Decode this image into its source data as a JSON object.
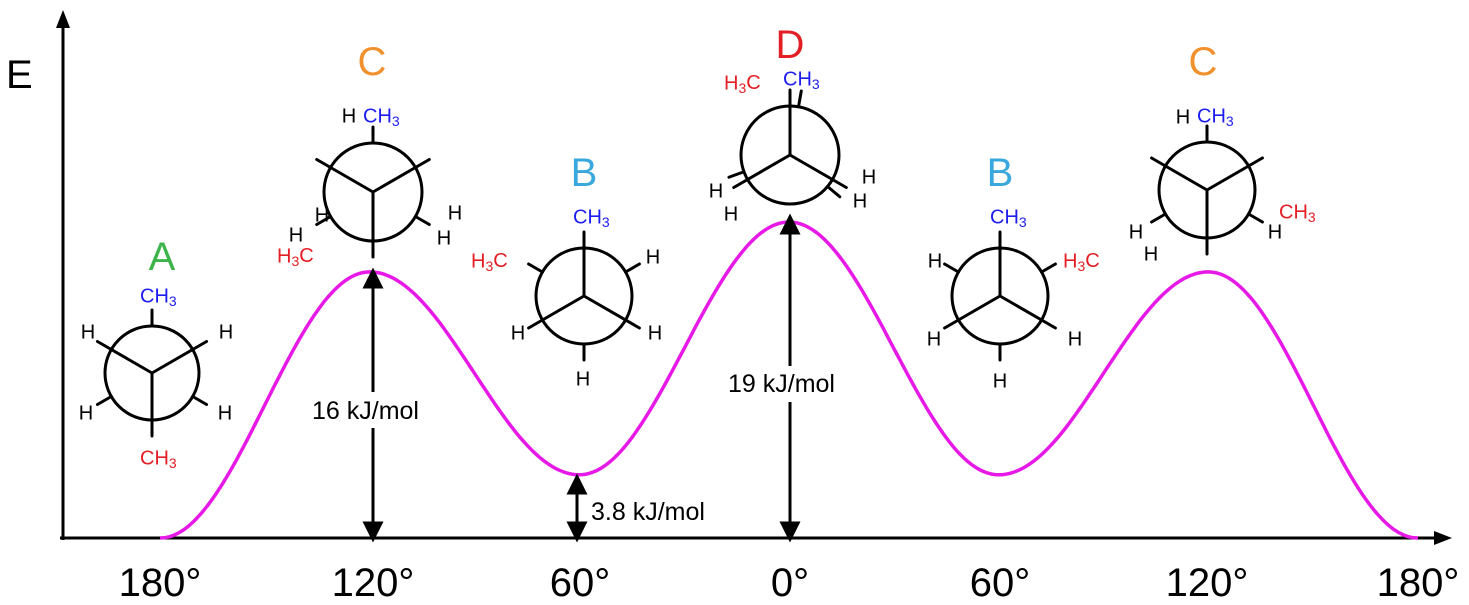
{
  "axis": {
    "y_label": "E"
  },
  "colors": {
    "curve": "#e619e6",
    "A": "#3cb44b",
    "B": "#3aa8dc",
    "C": "#f0912d",
    "D": "#e31e24",
    "methyl_front": "#1d1df0",
    "methyl_back": "#e31e24"
  },
  "chart_data": {
    "type": "line",
    "x_tick_labels": [
      "180°",
      "120°",
      "60°",
      "0°",
      "60°",
      "120°",
      "180°"
    ],
    "y_axis_label": "E",
    "series": [
      {
        "points": [
          [
            -180,
            0
          ],
          [
            -120,
            16
          ],
          [
            -60,
            3.8
          ],
          [
            0,
            19
          ],
          [
            60,
            3.8
          ],
          [
            120,
            16
          ],
          [
            180,
            0
          ]
        ]
      }
    ],
    "energy_annotations": [
      {
        "text": "16 kJ/mol",
        "at_angle": "120°",
        "value": 16
      },
      {
        "text": "3.8 kJ/mol",
        "at_angle": "60°",
        "value": 3.8
      },
      {
        "text": "19 kJ/mol",
        "at_angle": "0°",
        "value": 19
      }
    ]
  },
  "conformers": [
    {
      "letter": "A"
    },
    {
      "letter": "C"
    },
    {
      "letter": "B"
    },
    {
      "letter": "D"
    },
    {
      "letter": "B"
    },
    {
      "letter": "C"
    }
  ],
  "chem": {
    "h": "H",
    "c": "C",
    "ch": "CH",
    "h3c": "H",
    "three": "3"
  }
}
